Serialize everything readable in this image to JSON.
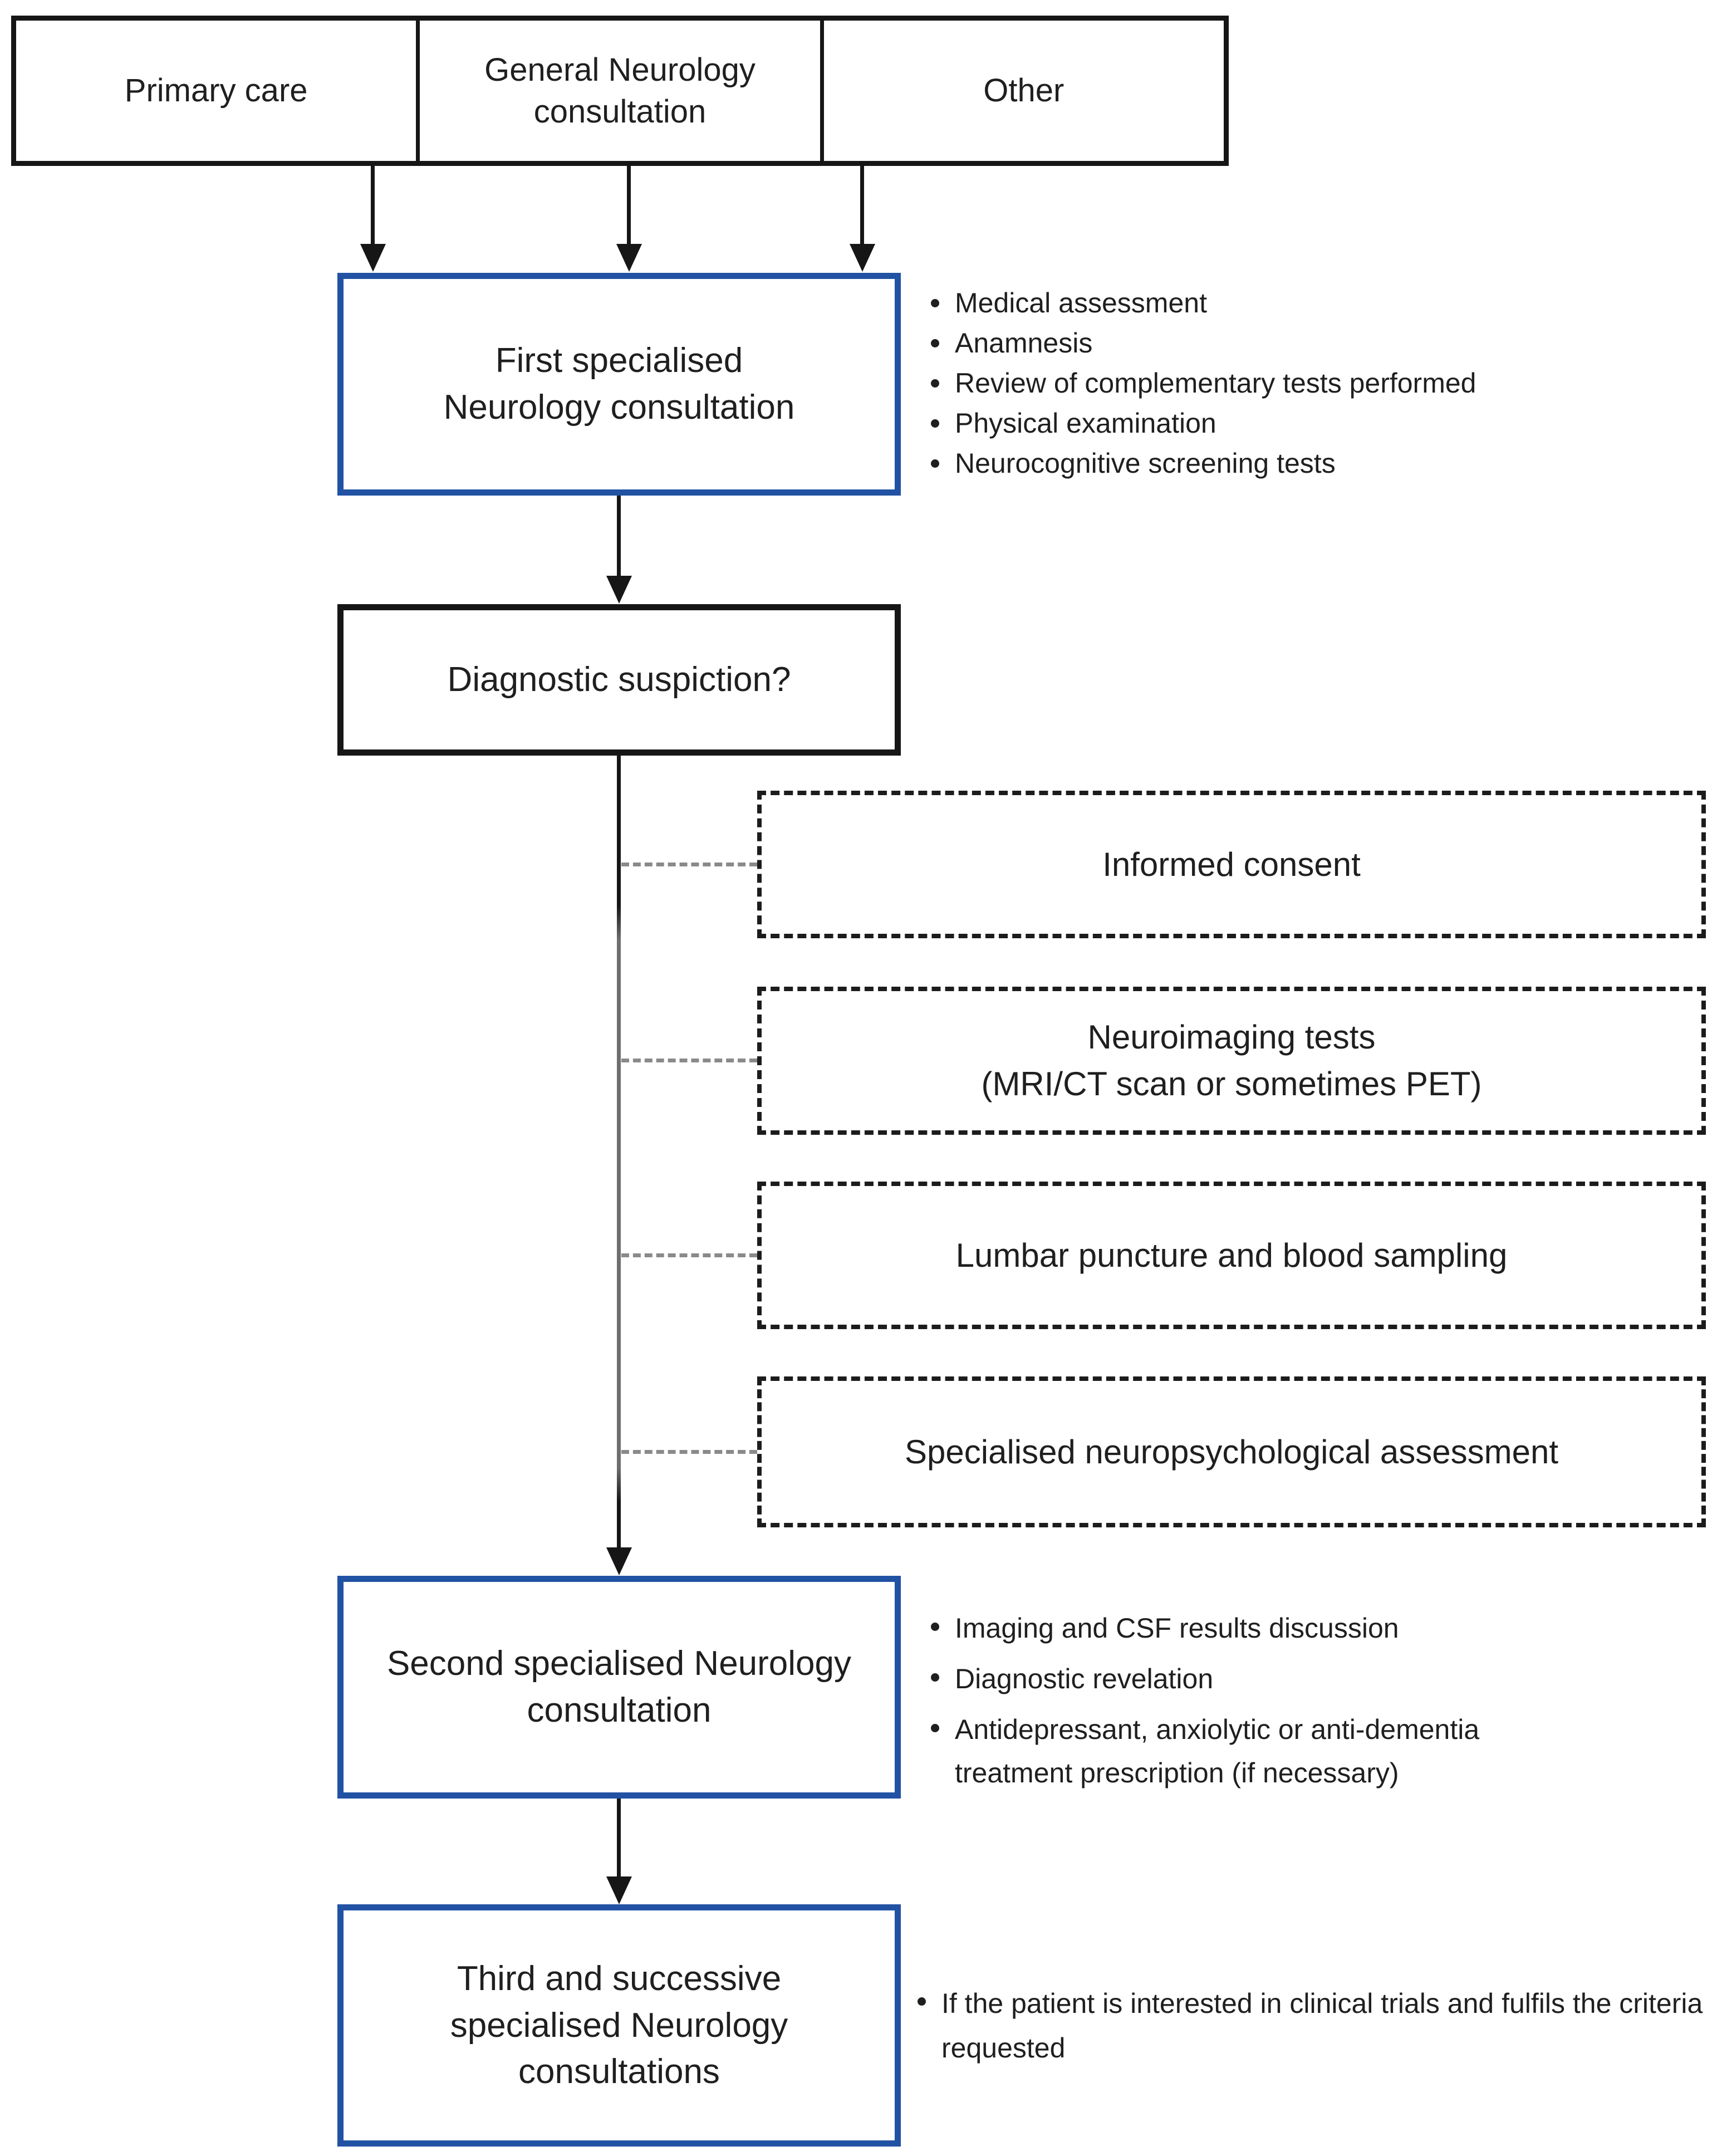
{
  "colors": {
    "accent_blue": "#2152A3",
    "line_black": "#161616",
    "connector_grey": "#8A8A8A",
    "text": "#1F1F1F"
  },
  "sources_row": {
    "cells": [
      "Primary care",
      "General Neurology consultation",
      "Other"
    ]
  },
  "first_consultation": {
    "line1": "First specialised",
    "line2": "Neurology consultation",
    "bullets": [
      "Medical assessment",
      "Anamnesis",
      "Review of complementary tests performed",
      "Physical examination",
      "Neurocognitive screening tests"
    ]
  },
  "diagnostic_box": {
    "label": "Diagnostic suspiction?"
  },
  "procedure_boxes": [
    {
      "line1": "Informed consent",
      "line2": ""
    },
    {
      "line1": "Neuroimaging tests",
      "line2": "(MRI/CT scan or sometimes PET)"
    },
    {
      "line1": "Lumbar puncture and blood sampling",
      "line2": ""
    },
    {
      "line1": "Specialised neuropsychological assessment",
      "line2": ""
    }
  ],
  "second_consultation": {
    "line1": "Second specialised Neurology",
    "line2": "consultation",
    "bullets": [
      "Imaging and CSF results discussion",
      "Diagnostic revelation",
      "Antidepressant, anxiolytic or anti-dementia treatment prescription (if necessary)"
    ]
  },
  "third_consultation": {
    "line1": "Third and successive",
    "line2": "specialised Neurology",
    "line3": "consultations",
    "bullets": [
      "If the patient is interested in clinical trials and fulfils the criteria requested"
    ]
  }
}
